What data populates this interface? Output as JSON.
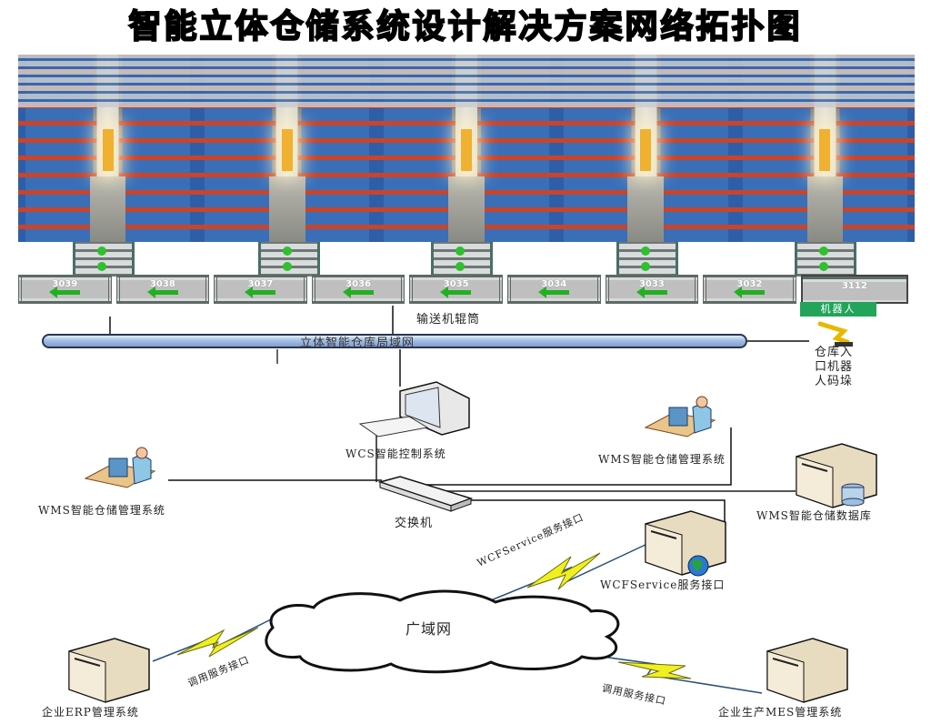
{
  "title": "智能立体仓储系统设计解决方案网络拓扑图",
  "warehouse_photo": {
    "tiles": 5,
    "description": "automated stacker-crane warehouse racking"
  },
  "conveyor": {
    "label": "输送机辊筒",
    "rollers": [
      "3039",
      "3038",
      "3037",
      "3036",
      "3035",
      "3034",
      "3033",
      "3032",
      "3112"
    ],
    "robot_tag": "机器人"
  },
  "lan": {
    "label": "立体智能仓库局域网"
  },
  "robot": {
    "label_lines": [
      "仓库入",
      "口机器",
      "人码垛"
    ]
  },
  "nodes": {
    "wcs": "WCS智能控制系统",
    "wms_right": "WMS智能仓储管理系统",
    "wms_left": "WMS智能仓储管理系统",
    "switch": "交换机",
    "wms_db": "WMS智能仓储数据库",
    "wcf": "WCFService服务接口",
    "wan": "广域网",
    "erp": "企业ERP管理系统",
    "mes": "企业生产MES管理系统"
  },
  "links": {
    "wcf_link": "WCFService服务接口",
    "erp_link": "调用服务接口",
    "mes_link": "调用服务接口"
  },
  "colors": {
    "lan_fill": "#a9c3e6",
    "lightning": "#f0f020",
    "robot_tag": "#22a55a",
    "arrow": "#22b022"
  }
}
